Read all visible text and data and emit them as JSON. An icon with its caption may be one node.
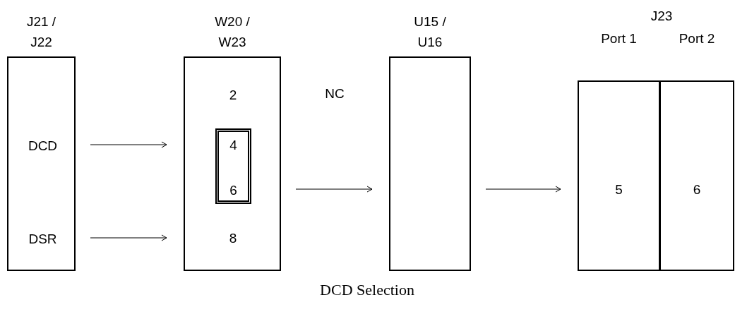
{
  "diagram": {
    "caption": "DCD Selection",
    "nodes": [
      {
        "text": [
          "J21 / J22"
        ]
      },
      {
        "text": [
          "DCD"
        ],
        "in": 0
      },
      {
        "text": [
          "DSR"
        ],
        "in": 0
      },
      {
        "text": [
          "W20 / W23"
        ]
      },
      {
        "text": [
          "2"
        ],
        "in": 3
      },
      {
        "text": [
          "4",
          "6"
        ],
        "in": 3
      },
      {
        "text": [
          "8"
        ],
        "in": 3
      },
      {
        "text": [
          "U15 / U16"
        ]
      },
      {
        "text": [
          "Port 1",
          "5"
        ]
      },
      {
        "text": [
          "Port 2",
          "6"
        ]
      }
    ],
    "edges": [
      {
        "from": 1,
        "to": 3,
        "arrow": "to"
      },
      {
        "from": 2,
        "to": 3,
        "arrow": "to"
      },
      {
        "from": 3,
        "to": 7,
        "arrow": "to"
      },
      {
        "from": 7,
        "to": 8,
        "arrow": "to"
      }
    ],
    "labels": [
      "NC",
      "J23"
    ]
  }
}
